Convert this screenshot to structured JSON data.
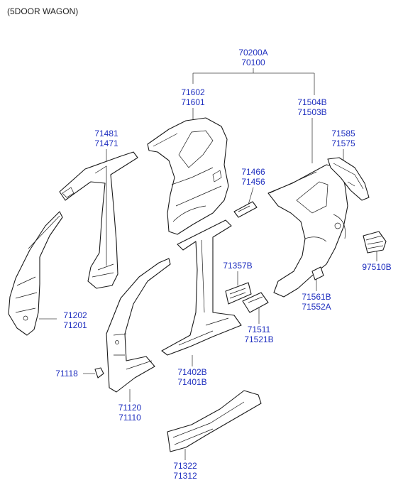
{
  "caption": "(5DOOR WAGON)",
  "colors": {
    "label": "#1f2fbf",
    "line": "#1a1a1a",
    "leader": "#444444"
  },
  "callouts": {
    "c70200A": "70200A",
    "c70100": "70100",
    "c71602": "71602",
    "c71601": "71601",
    "c71504B": "71504B",
    "c71503B": "71503B",
    "c71481": "71481",
    "c71471": "71471",
    "c71585": "71585",
    "c71575": "71575",
    "c71466": "71466",
    "c71456": "71456",
    "c97510B": "97510B",
    "c71357B": "71357B",
    "c71561B": "71561B",
    "c71552A": "71552A",
    "c71202": "71202",
    "c71201": "71201",
    "c71511": "71511",
    "c71521B": "71521B",
    "c71118": "71118",
    "c71402B": "71402B",
    "c71401B": "71401B",
    "c71120": "71120",
    "c71110": "71110",
    "c71322": "71322",
    "c71312": "71312"
  }
}
